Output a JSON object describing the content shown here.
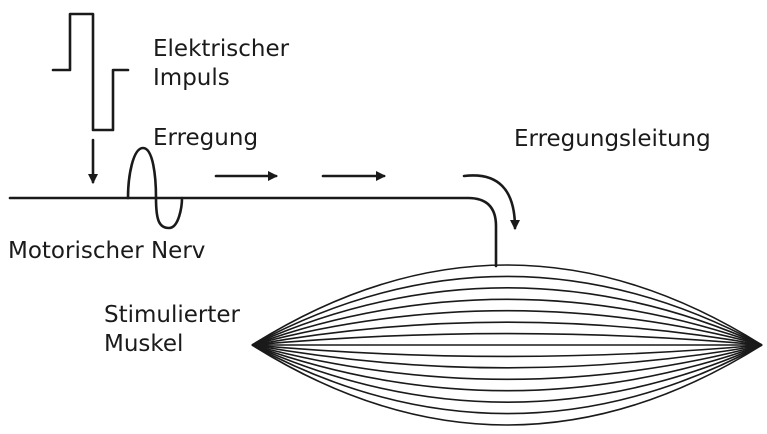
{
  "labels": {
    "impulse_line1": "Elektrischer",
    "impulse_line2": "Impuls",
    "excitation": "Erregung",
    "conduction": "Erregungsleitung",
    "nerve": "Motorischer Nerv",
    "muscle_line1": "Stimulierter",
    "muscle_line2": "Muskel"
  },
  "colors": {
    "ink": "#1a1a1a",
    "background": "#ffffff"
  }
}
